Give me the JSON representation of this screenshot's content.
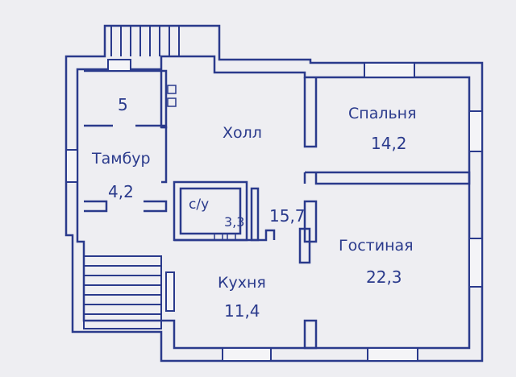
{
  "rooms": {
    "room_5": {
      "area": "5"
    },
    "tambur": {
      "name": "Тамбур",
      "area": "4,2"
    },
    "holl": {
      "name": "Холл",
      "area": "15,7"
    },
    "spalnya": {
      "name": "Спальня",
      "area": "14,2"
    },
    "bathroom": {
      "name": "с/у",
      "area": "3,3"
    },
    "gostinaya": {
      "name": "Гостиная",
      "area": "22,3"
    },
    "kuhnya": {
      "name": "Кухня",
      "area": "11,4"
    }
  },
  "colors": {
    "wall": "#2a3a8c",
    "paper": "#eeeef2",
    "window_fill": "#f4f4f7"
  }
}
